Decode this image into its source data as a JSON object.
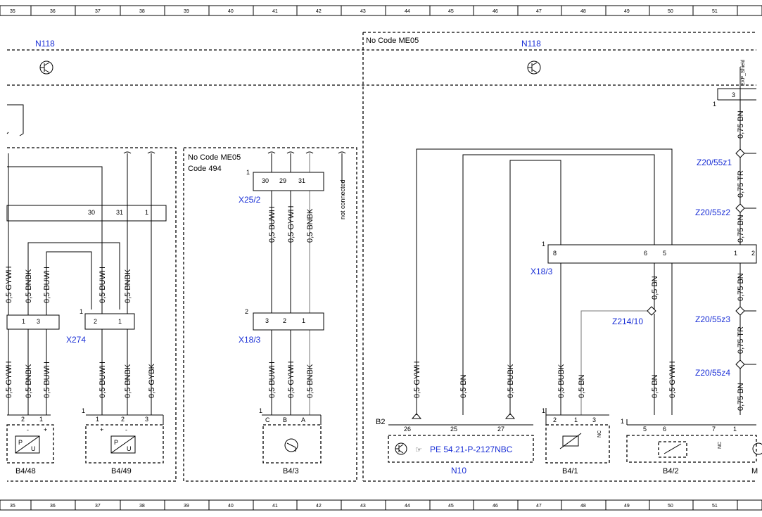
{
  "ruler": {
    "numbers": [
      "35",
      "36",
      "37",
      "38",
      "39",
      "40",
      "41",
      "42",
      "43",
      "44",
      "45",
      "46",
      "47",
      "48",
      "49",
      "50",
      "51"
    ]
  },
  "module_n118": {
    "label": "N118",
    "icon": "transistor-symbol-icon"
  },
  "zone_right": {
    "condition": "No  Code ME05"
  },
  "zone_x25": {
    "condition_1": "No  Code ME05",
    "condition_2": "Code 494"
  },
  "connectors": {
    "x25_2": {
      "label": "X25/2",
      "index": "1",
      "pins": [
        "30",
        "29",
        "31"
      ],
      "not_connected": "not connected"
    },
    "x18_3_mid": {
      "label": "X18/3",
      "index": "2",
      "pins": [
        "3",
        "2",
        "1"
      ]
    },
    "x18_3_right": {
      "label": "X18/3",
      "index": "1",
      "pins": [
        "8",
        "6",
        "5",
        "1",
        "2"
      ]
    },
    "x274": {
      "label": "X274",
      "index": "1",
      "pins": [
        "2",
        "1"
      ]
    },
    "left_upper": {
      "pins": [
        "30",
        "31",
        "1"
      ]
    },
    "left_mid": {
      "pins": [
        "1",
        "3"
      ]
    },
    "shield": {
      "label": "EXP_Shield",
      "pin": "3",
      "index": "1"
    }
  },
  "wires": {
    "w_gywh": "0,5 GYWH",
    "w_bnbk": "0,5 BNBK",
    "w_buwh": "0,5 BUWH",
    "w_gybk": "0,5 GYBK",
    "w_bn": "0,5 BN",
    "w_bubk": "0,5 BUBK",
    "w_075bn": "0,75 BN",
    "w_075tr": "0,75 TR"
  },
  "splices": {
    "z20_55z1": "Z20/55z1",
    "z20_55z2": "Z20/55z2",
    "z20_55z3": "Z20/55z3",
    "z20_55z4": "Z20/55z4",
    "z214_10": "Z214/10"
  },
  "components": {
    "b4_48": {
      "label": "B4/48",
      "pins": [
        "2",
        "1"
      ],
      "signs": [
        "-",
        "+"
      ],
      "symbol_text": [
        "P",
        "U"
      ]
    },
    "b4_49": {
      "label": "B4/49",
      "index": "1",
      "pins": [
        "1",
        "2",
        "3"
      ],
      "signs": [
        "+",
        "-"
      ],
      "symbol_text": [
        "P",
        "U"
      ]
    },
    "b4_3": {
      "label": "B4/3",
      "index": "1",
      "pins": [
        "C",
        "B",
        "A"
      ]
    },
    "n10": {
      "label": "N10",
      "connector": "B2",
      "pins": [
        "26",
        "25",
        "27"
      ],
      "reference": "PE 54.21-P-2127NBC"
    },
    "b4_1": {
      "label": "B4/1",
      "pins": [
        "2",
        "1",
        "3"
      ],
      "nc": "NC"
    },
    "b4_2": {
      "label": "B4/2",
      "index": "1",
      "pins": [
        "5",
        "6",
        "7",
        "1"
      ],
      "nc": "NC"
    },
    "m_partial": {
      "label": "M"
    }
  }
}
